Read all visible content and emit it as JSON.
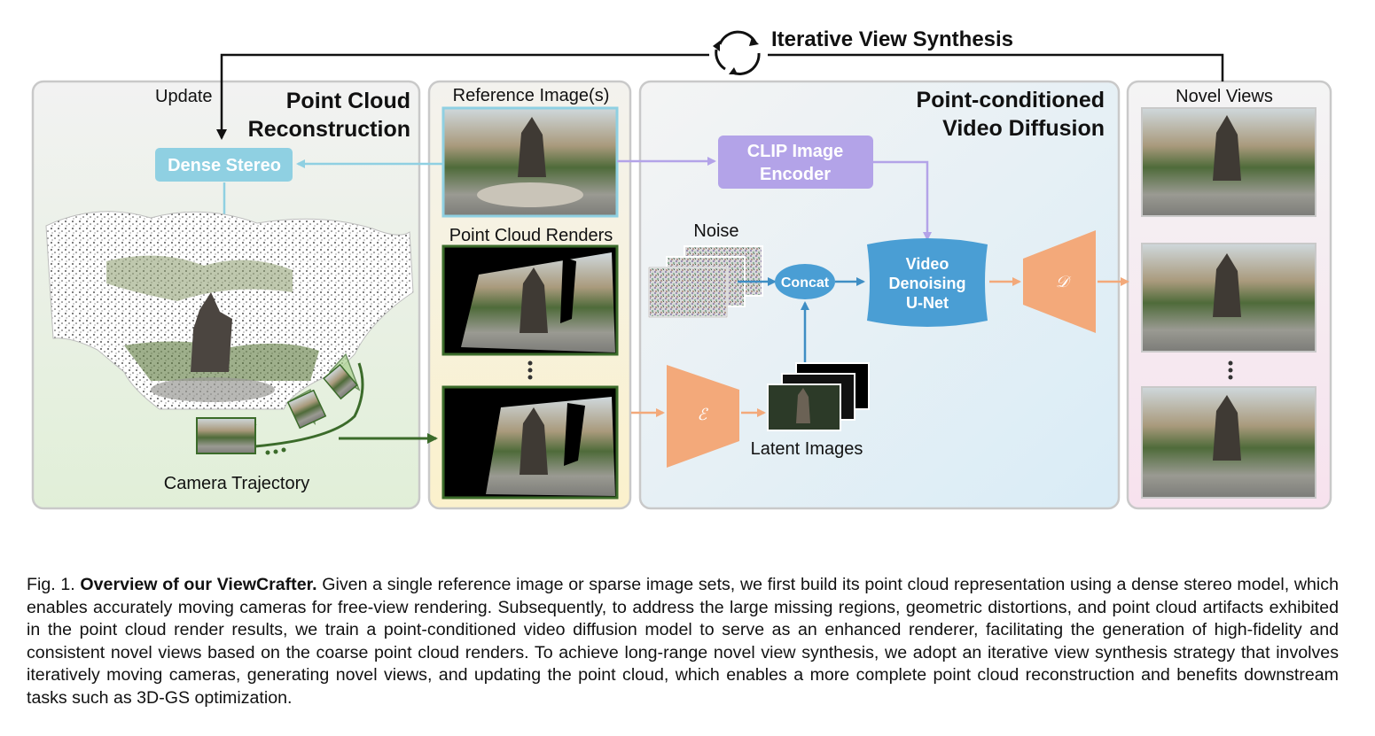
{
  "loop": {
    "label": "Iterative View Synthesis",
    "update_label": "Update"
  },
  "panel1": {
    "title_line1": "Point Cloud",
    "title_line2": "Reconstruction",
    "dense_stereo": "Dense Stereo",
    "camera_trajectory": "Camera Trajectory"
  },
  "panel2": {
    "reference_label": "Reference Image(s)",
    "renders_label": "Point Cloud Renders"
  },
  "panel3": {
    "title_line1": "Point-conditioned",
    "title_line2": "Video Diffusion",
    "clip_line1": "CLIP Image",
    "clip_line2": "Encoder",
    "noise_label": "Noise",
    "concat_label": "Concat",
    "unet_line1": "Video",
    "unet_line2": "Denoising",
    "unet_line3": "U-Net",
    "encoder_symbol": "ℰ",
    "decoder_symbol": "𝒟",
    "latent_label": "Latent Images"
  },
  "panel4": {
    "novel_label": "Novel Views"
  },
  "caption": {
    "prefix": "Fig. 1. ",
    "bold": "Overview of our ViewCrafter.",
    "body": " Given a single reference image or sparse image sets, we first build its point cloud representation using a dense stereo model, which enables accurately moving cameras for free-view rendering. Subsequently, to address the large missing regions, geometric distortions, and point cloud artifacts exhibited in the point cloud render results, we train a point-conditioned video diffusion model to serve as an enhanced renderer, facilitating the generation of high-fidelity and consistent novel views based on the coarse point cloud renders. To achieve long-range novel view synthesis, we adopt an iterative view synthesis strategy that involves iteratively moving cameras, generating novel views, and updating the point cloud, which enables a more complete point cloud reconstruction and benefits downstream tasks such as 3D-GS optimization."
  },
  "colors": {
    "stereo_blue": "#8fd0e2",
    "clip_purple": "#b3a3e8",
    "unet_blue": "#4a9ed4",
    "codec_orange": "#f3a97a",
    "trajectory_green": "#3b6b2a"
  }
}
